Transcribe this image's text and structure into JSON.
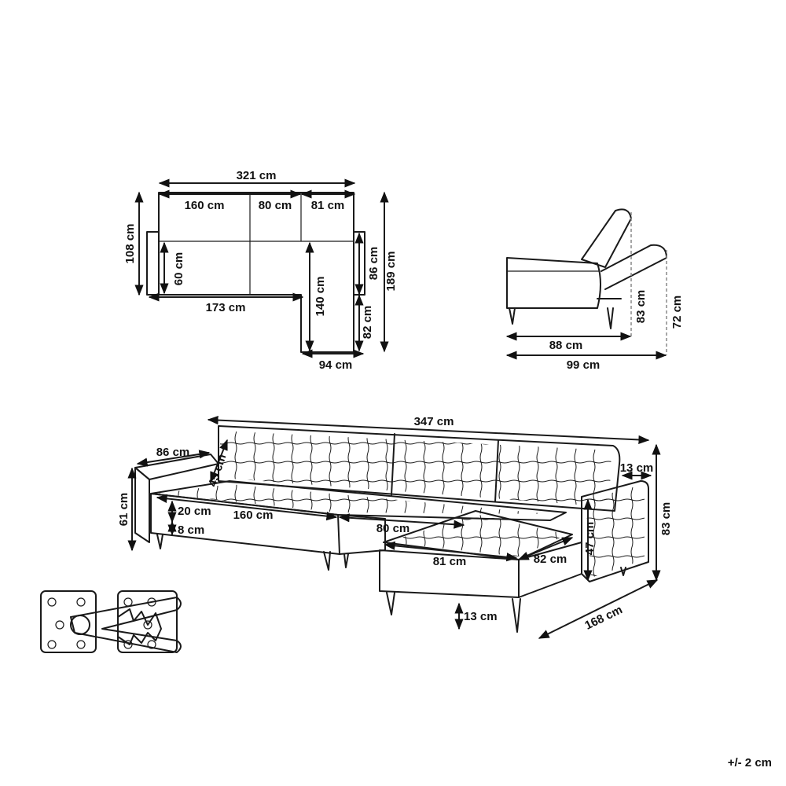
{
  "top_view": {
    "total_width": "321 cm",
    "seg_left": "160 cm",
    "seg_mid": "80 cm",
    "seg_right": "81 cm",
    "depth_left": "108 cm",
    "seat_depth": "60 cm",
    "main_length": "173 cm",
    "chaise_length": "140 cm",
    "chaise_back": "86 cm",
    "total_depth": "189 cm",
    "chaise_front": "82 cm",
    "chaise_width": "94 cm"
  },
  "side_view": {
    "depth_upright": "88 cm",
    "depth_reclined": "99 cm",
    "height_upright": "83 cm",
    "height_reclined": "72 cm"
  },
  "perspective_view": {
    "total_length": "347 cm",
    "arm_depth": "86 cm",
    "back_height": "45 cm",
    "arm_width": "13 cm",
    "seat_height": "61 cm",
    "cushion_height": "20 cm",
    "seat_left": "160 cm",
    "clearance": "8 cm",
    "seat_mid": "80 cm",
    "chaise_seat": "81 cm",
    "chaise_depth": "82 cm",
    "arm_height": "47 cm",
    "total_height": "83 cm",
    "leg_height": "13 cm",
    "total_depth": "168 cm"
  },
  "tolerance": "+/- 2 cm"
}
